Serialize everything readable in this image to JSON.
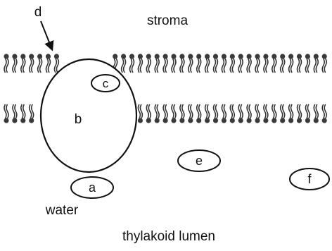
{
  "labels": {
    "stroma": "stroma",
    "lumen": "thylakoid lumen",
    "water": "water",
    "a": "a",
    "b": "b",
    "c": "c",
    "d": "d",
    "e": "e",
    "f": "f"
  }
}
